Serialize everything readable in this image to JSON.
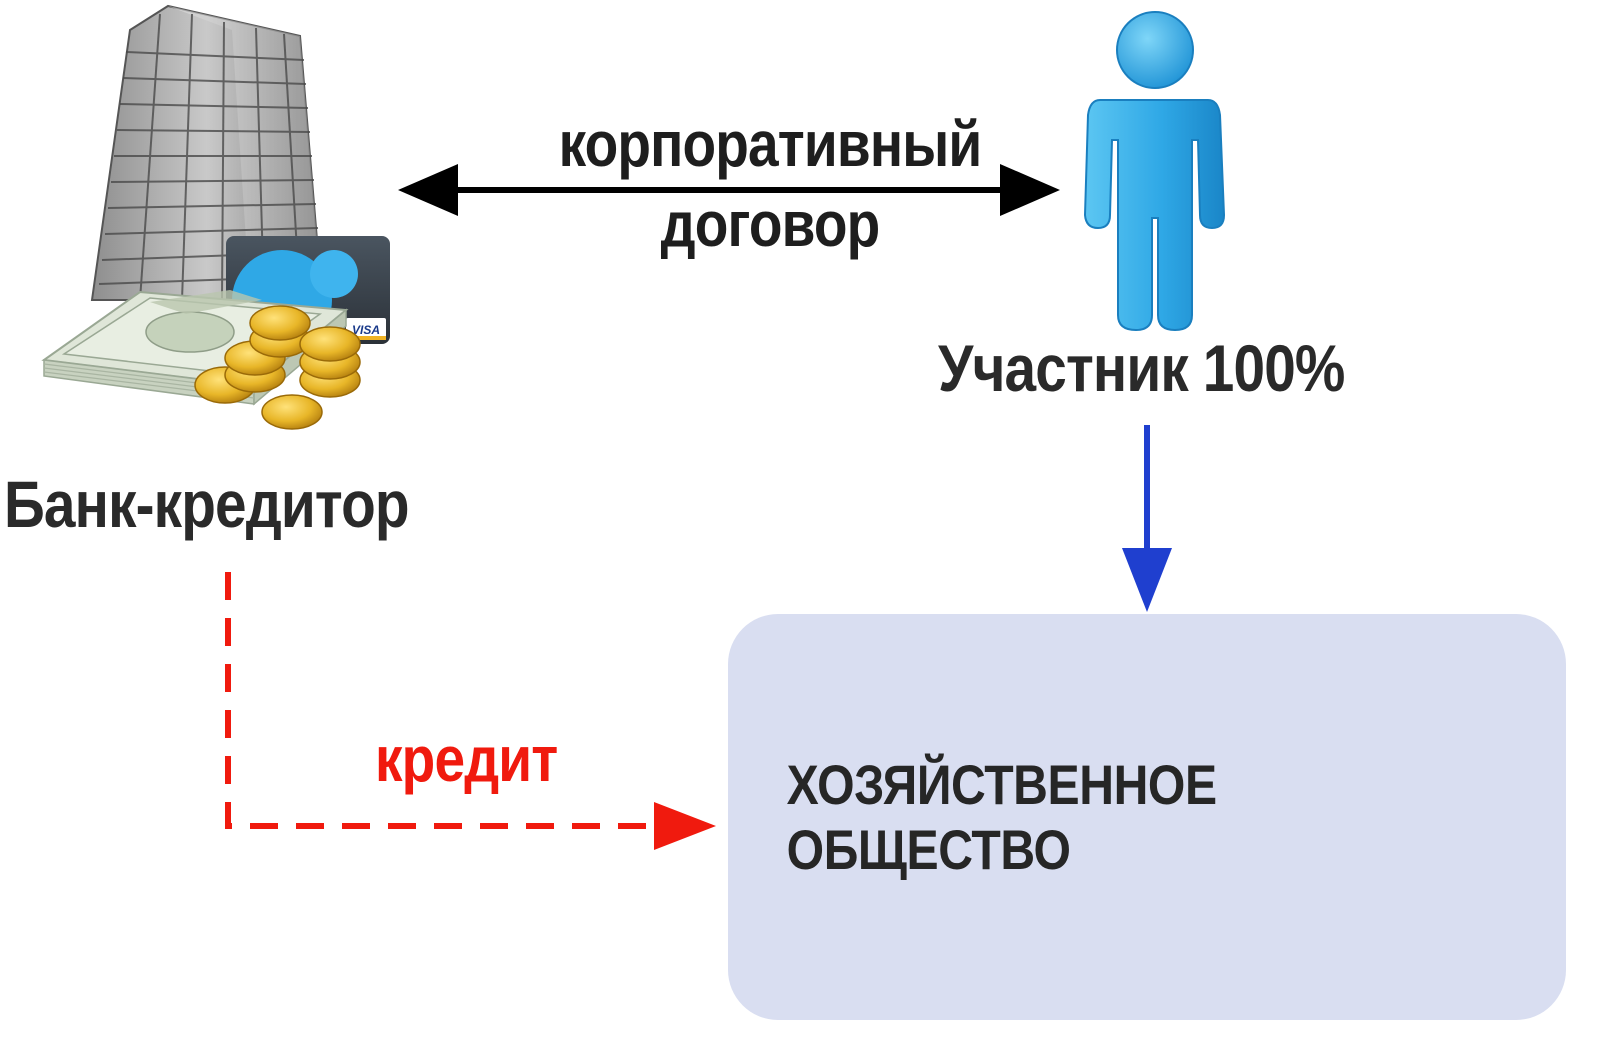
{
  "diagram": {
    "contract_label_line1": "корпоративный",
    "contract_label_line2": "договор",
    "participant_label": "Участник 100%",
    "bank_label": "Банк-кредитор",
    "credit_label": "кредит",
    "company_label": "ХОЗЯЙСТВЕННОЕ ОБЩЕСТВО",
    "card_brand": "VISA"
  },
  "colors": {
    "contract_arrow": "#000000",
    "participant_arrow": "#1f3fcf",
    "credit_arrow": "#f01a0e",
    "company_box": "#d9def1",
    "person_figure": "#2fa8e6"
  },
  "icons": {
    "bank": "bank-building-with-money-icon",
    "participant": "person-icon"
  }
}
